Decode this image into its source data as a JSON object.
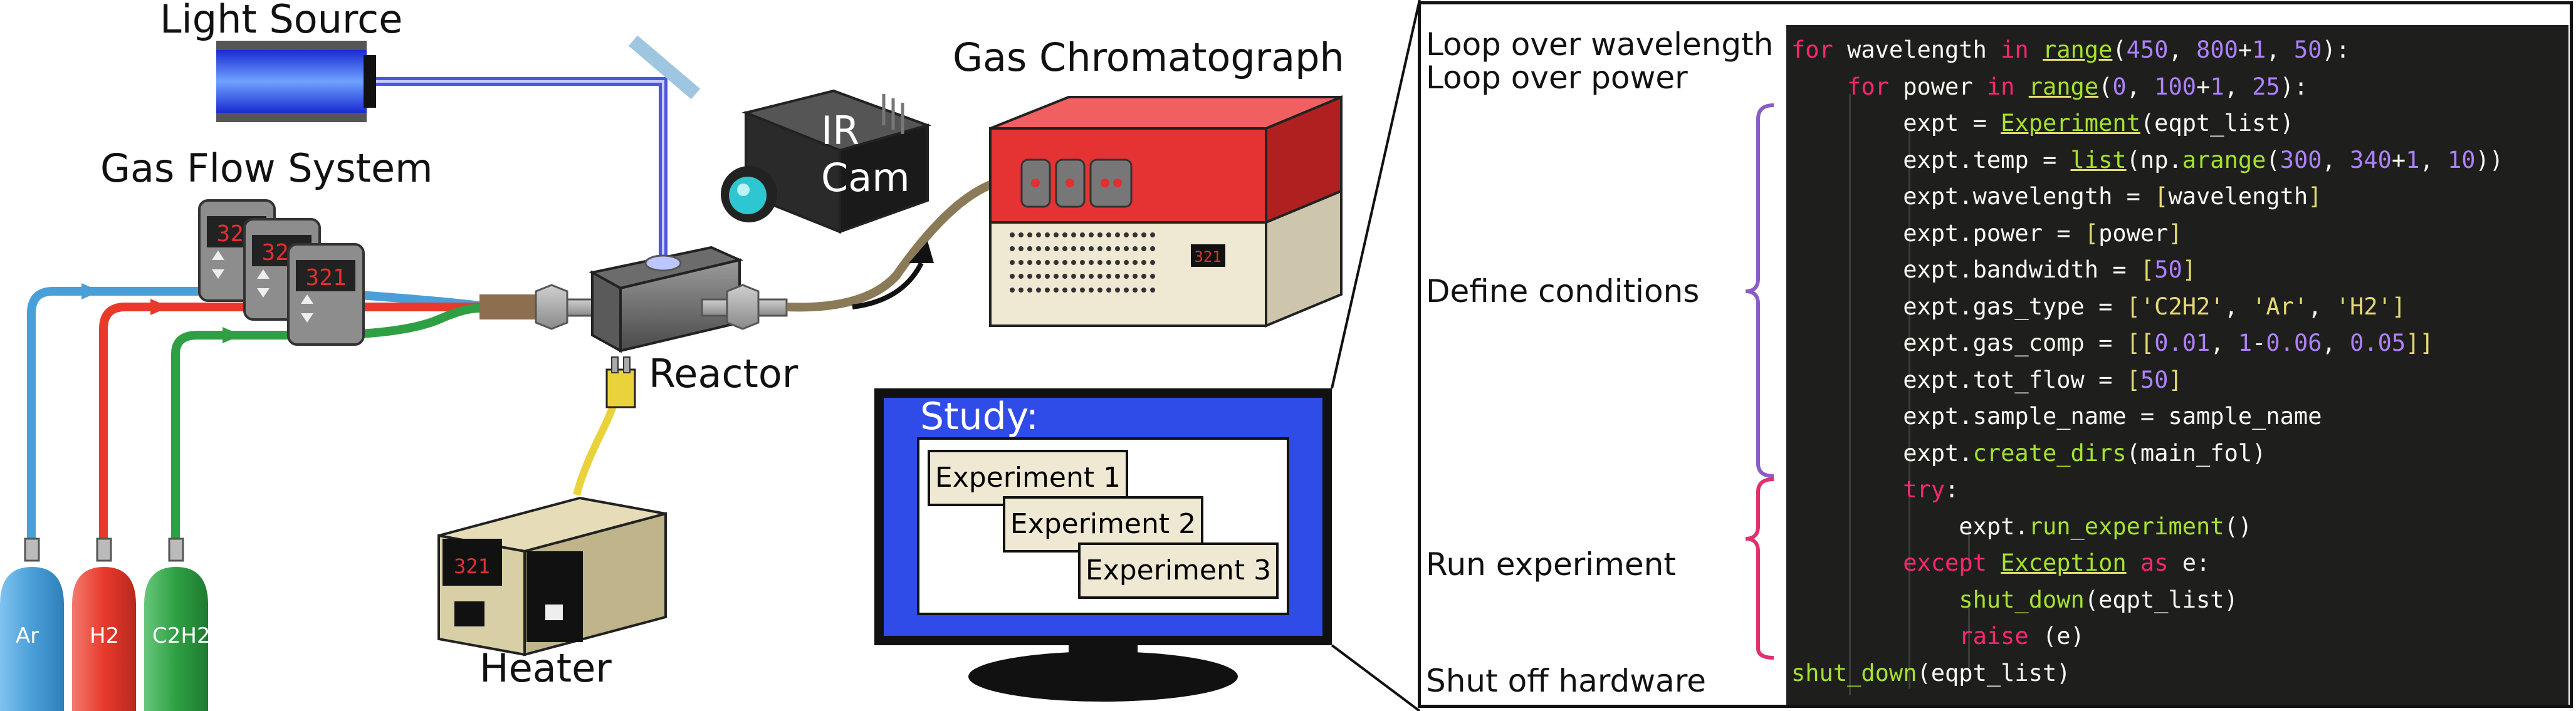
{
  "labels": {
    "light_source": "Light Source",
    "gas_flow_system": "Gas Flow System",
    "reactor": "Reactor",
    "heater": "Heater",
    "gas_chromatograph": "Gas Chromatograph",
    "ir_cam_line1": "IR",
    "ir_cam_line2": "Cam",
    "study_title": "Study:",
    "experiments": [
      "Experiment 1",
      "Experiment 2",
      "Experiment 3"
    ],
    "cylinders": [
      "Ar",
      "H2",
      "C2H2"
    ],
    "mfc_readout": "321",
    "heater_readout": "321",
    "gc_readout": "321"
  },
  "sections": {
    "loop_wavelength": "Loop over wavelength",
    "loop_power": "Loop over power",
    "define_conditions": "Define conditions",
    "run_experiment": "Run experiment",
    "shut_off_hardware": "Shut off hardware"
  },
  "code": [
    "for wavelength in range(450, 800+1, 50):",
    "    for power in range(0, 100+1, 25):",
    "        expt = Experiment(eqpt_list)",
    "        expt.temp = list(np.arange(300, 340+1, 10))",
    "        expt.wavelength = [wavelength]",
    "        expt.power = [power]",
    "        expt.bandwidth = [50]",
    "        expt.gas_type = ['C2H2', 'Ar', 'H2']",
    "        expt.gas_comp = [[0.01, 1-0.06, 0.05]]",
    "        expt.tot_flow = [50]",
    "        expt.sample_name = sample_name",
    "        expt.create_dirs(main_fol)",
    "        try:",
    "            expt.run_experiment()",
    "        except Exception as e:",
    "            shut_down(eqpt_list)",
    "            raise (e)",
    "shut_down(eqpt_list)"
  ],
  "colors": {
    "argon": "#4a9fd8",
    "hydrogen": "#e8392b",
    "acetylene": "#2ea043",
    "light_beam": "#4b55e0",
    "gc_top": "#e53232",
    "gc_body": "#efe9d4",
    "monitor_blue": "#2f4be8",
    "brace_purple": "#8a5cc7",
    "brace_pink": "#e0306e",
    "code_bg": "#1e1f1c"
  }
}
